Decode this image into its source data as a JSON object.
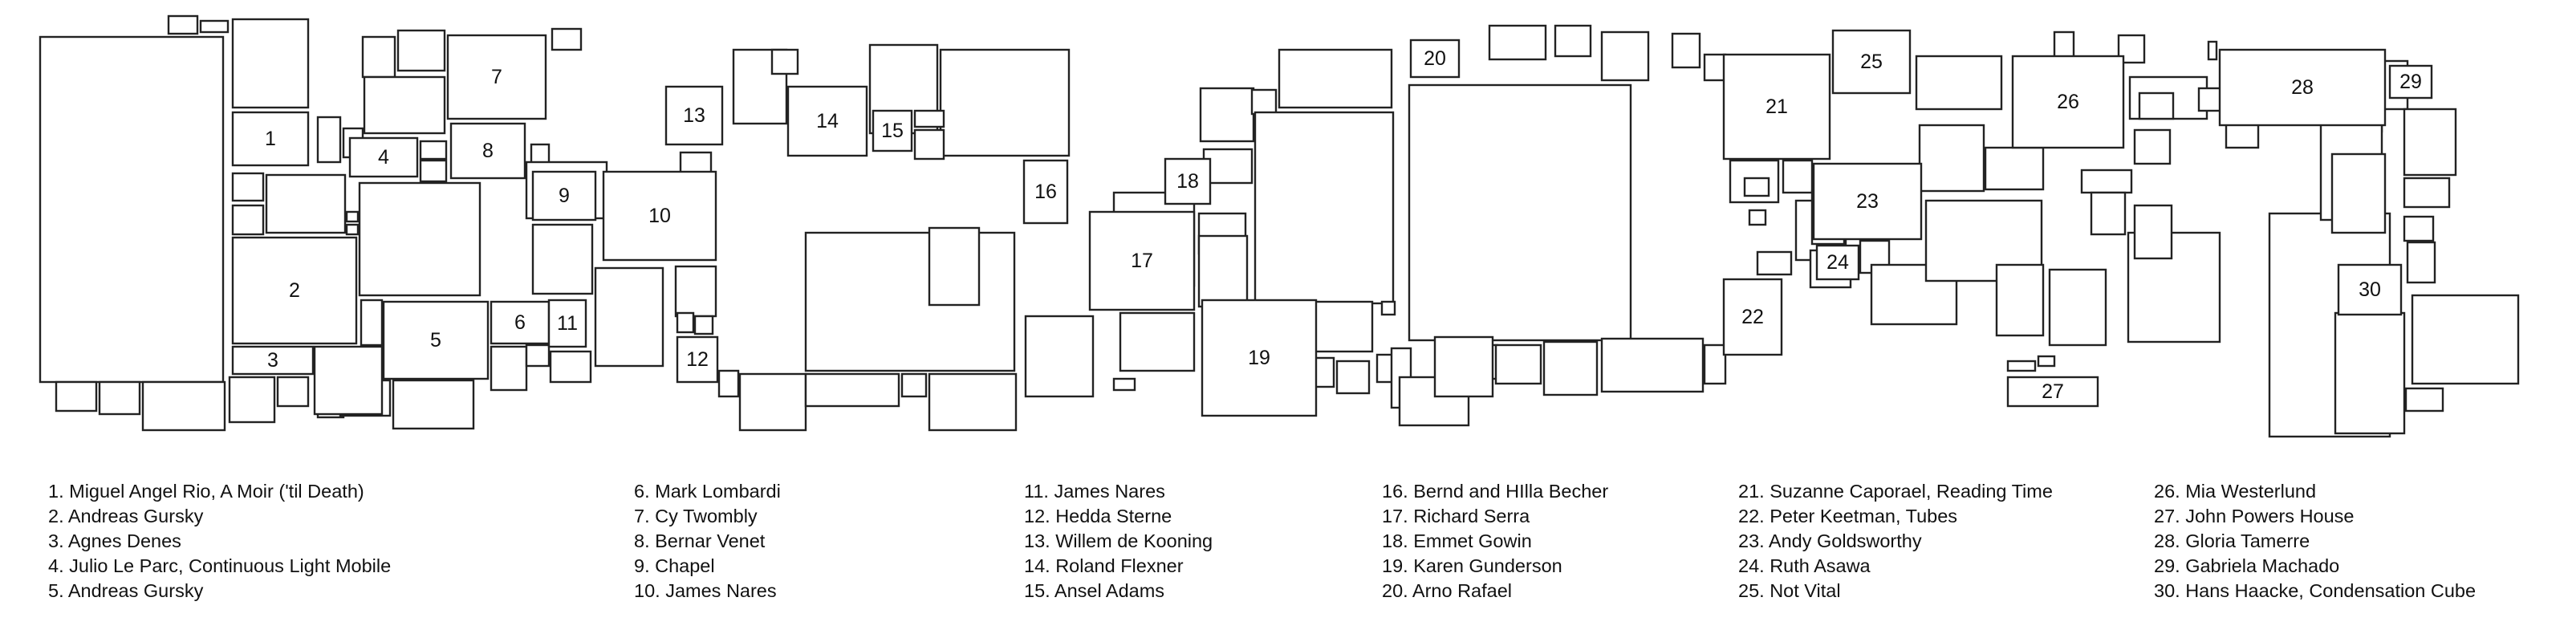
{
  "labels": [
    "1",
    "2",
    "3",
    "4",
    "5",
    "6",
    "7",
    "8",
    "9",
    "10",
    "11",
    "12",
    "13",
    "14",
    "15",
    "16",
    "17",
    "18",
    "19",
    "20",
    "21",
    "22",
    "23",
    "24",
    "25",
    "26",
    "27",
    "28",
    "29",
    "30"
  ],
  "legend": [
    [
      "1. Miguel Angel Rio, A Moir ('til Death)",
      "2. Andreas Gursky",
      "3. Agnes Denes",
      "4. Julio Le Parc, Continuous Light Mobile",
      "5. Andreas Gursky"
    ],
    [
      "6. Mark Lombardi",
      "7. Cy Twombly",
      "8. Bernar Venet",
      "9. Chapel",
      "10. James Nares"
    ],
    [
      "11. James Nares",
      "12. Hedda Sterne",
      "13. Willem de Kooning",
      "14. Roland Flexner",
      "15. Ansel Adams"
    ],
    [
      "16. Bernd and HIlla Becher",
      "17. Richard Serra",
      "18. Emmet Gowin",
      "19. Karen Gunderson",
      "20. Arno Rafael"
    ],
    [
      "21. Suzanne Caporael, Reading Time",
      "22. Peter Keetman, Tubes",
      "23. Andy Goldsworthy",
      "24. Ruth Asawa",
      "25. Not Vital"
    ],
    [
      "26. Mia Westerlund",
      "27. John Powers House",
      "28. Gloria Tamerre",
      "29. Gabriela Machado",
      "30. Hans Haacke, Condensation Cube"
    ]
  ]
}
